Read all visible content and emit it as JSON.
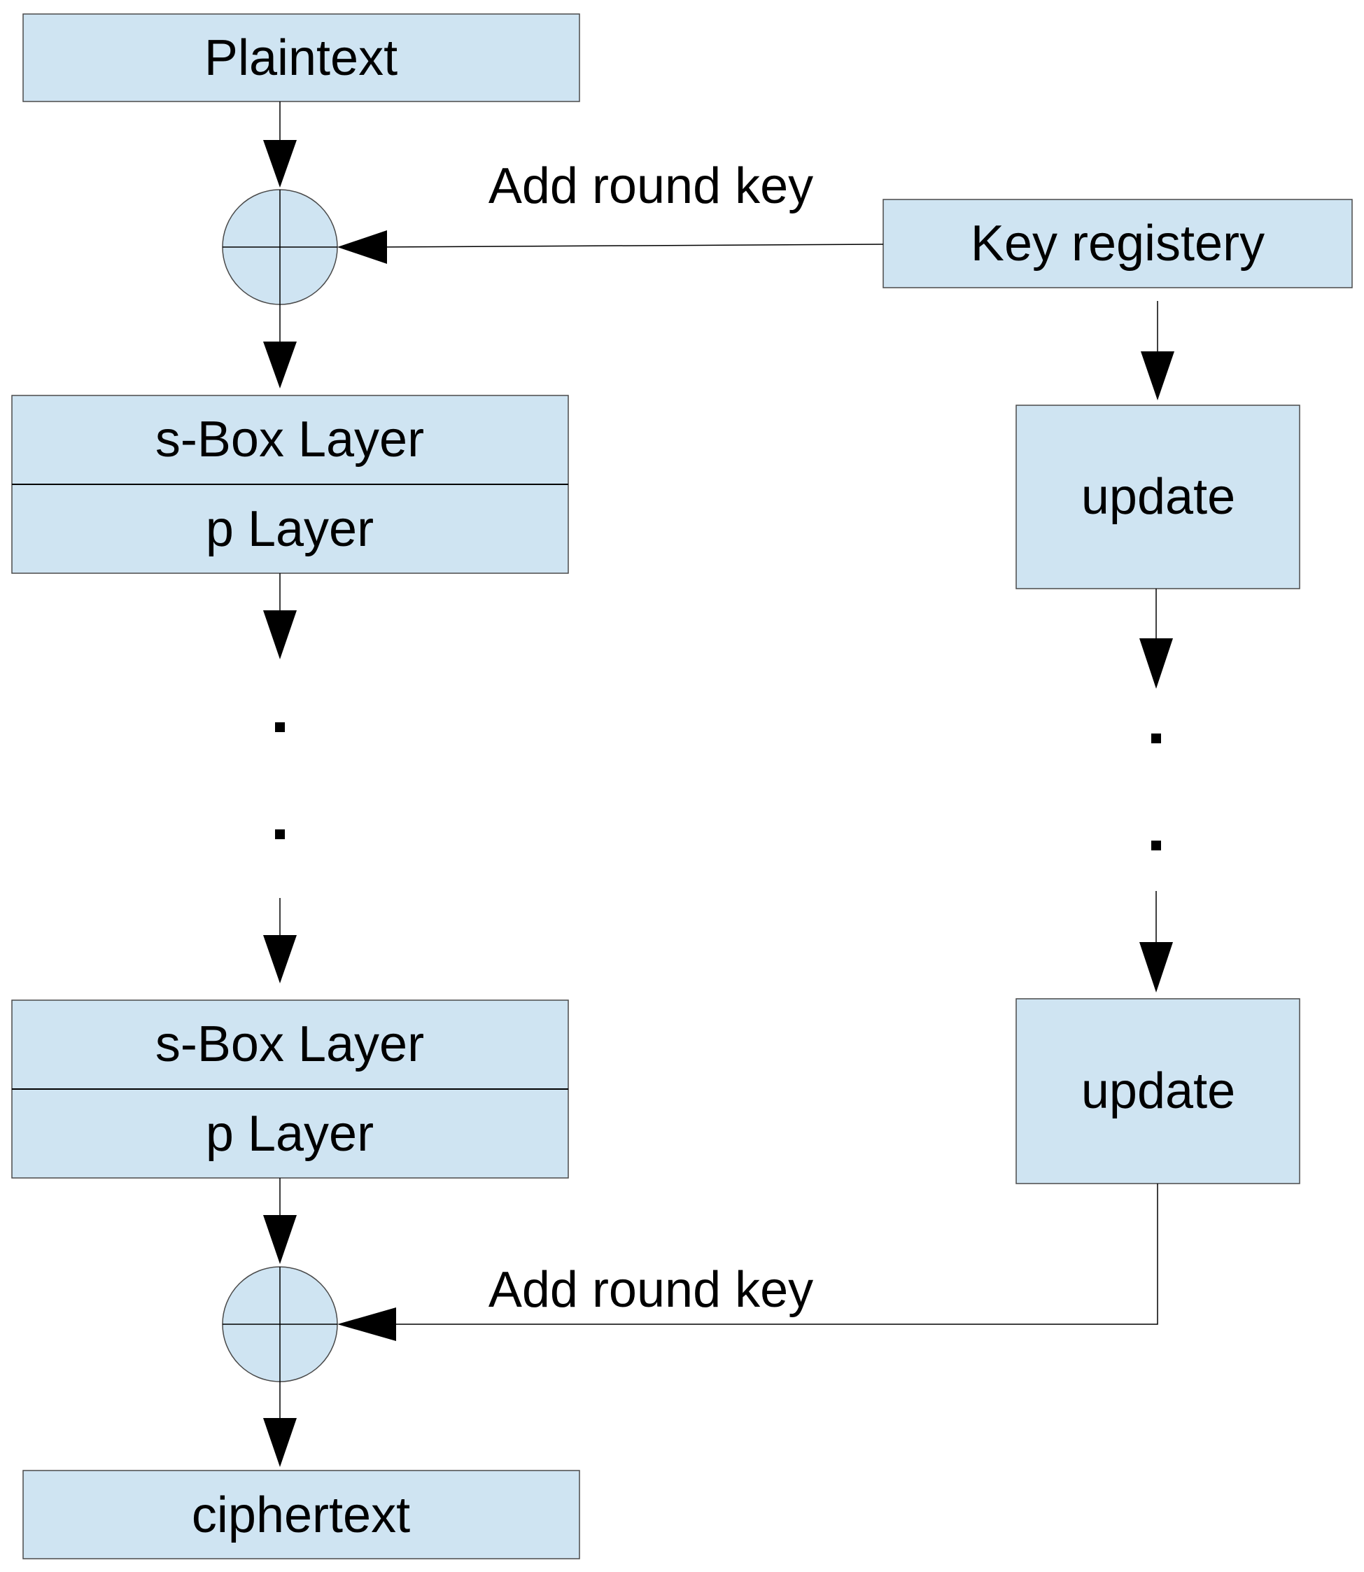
{
  "nodes": {
    "plaintext": "Plaintext",
    "key_registery": "Key registery",
    "sbox_layer_1": "s-Box Layer",
    "p_layer_1": "p Layer",
    "update_1": "update",
    "sbox_layer_2": "s-Box Layer",
    "p_layer_2": "p Layer",
    "update_2": "update",
    "ciphertext": "ciphertext"
  },
  "edges": {
    "add_round_key_top": "Add round key",
    "add_round_key_bottom": "Add round key"
  },
  "colors": {
    "box_fill": "#cfe4f2",
    "stroke": "#4a4a4a"
  }
}
